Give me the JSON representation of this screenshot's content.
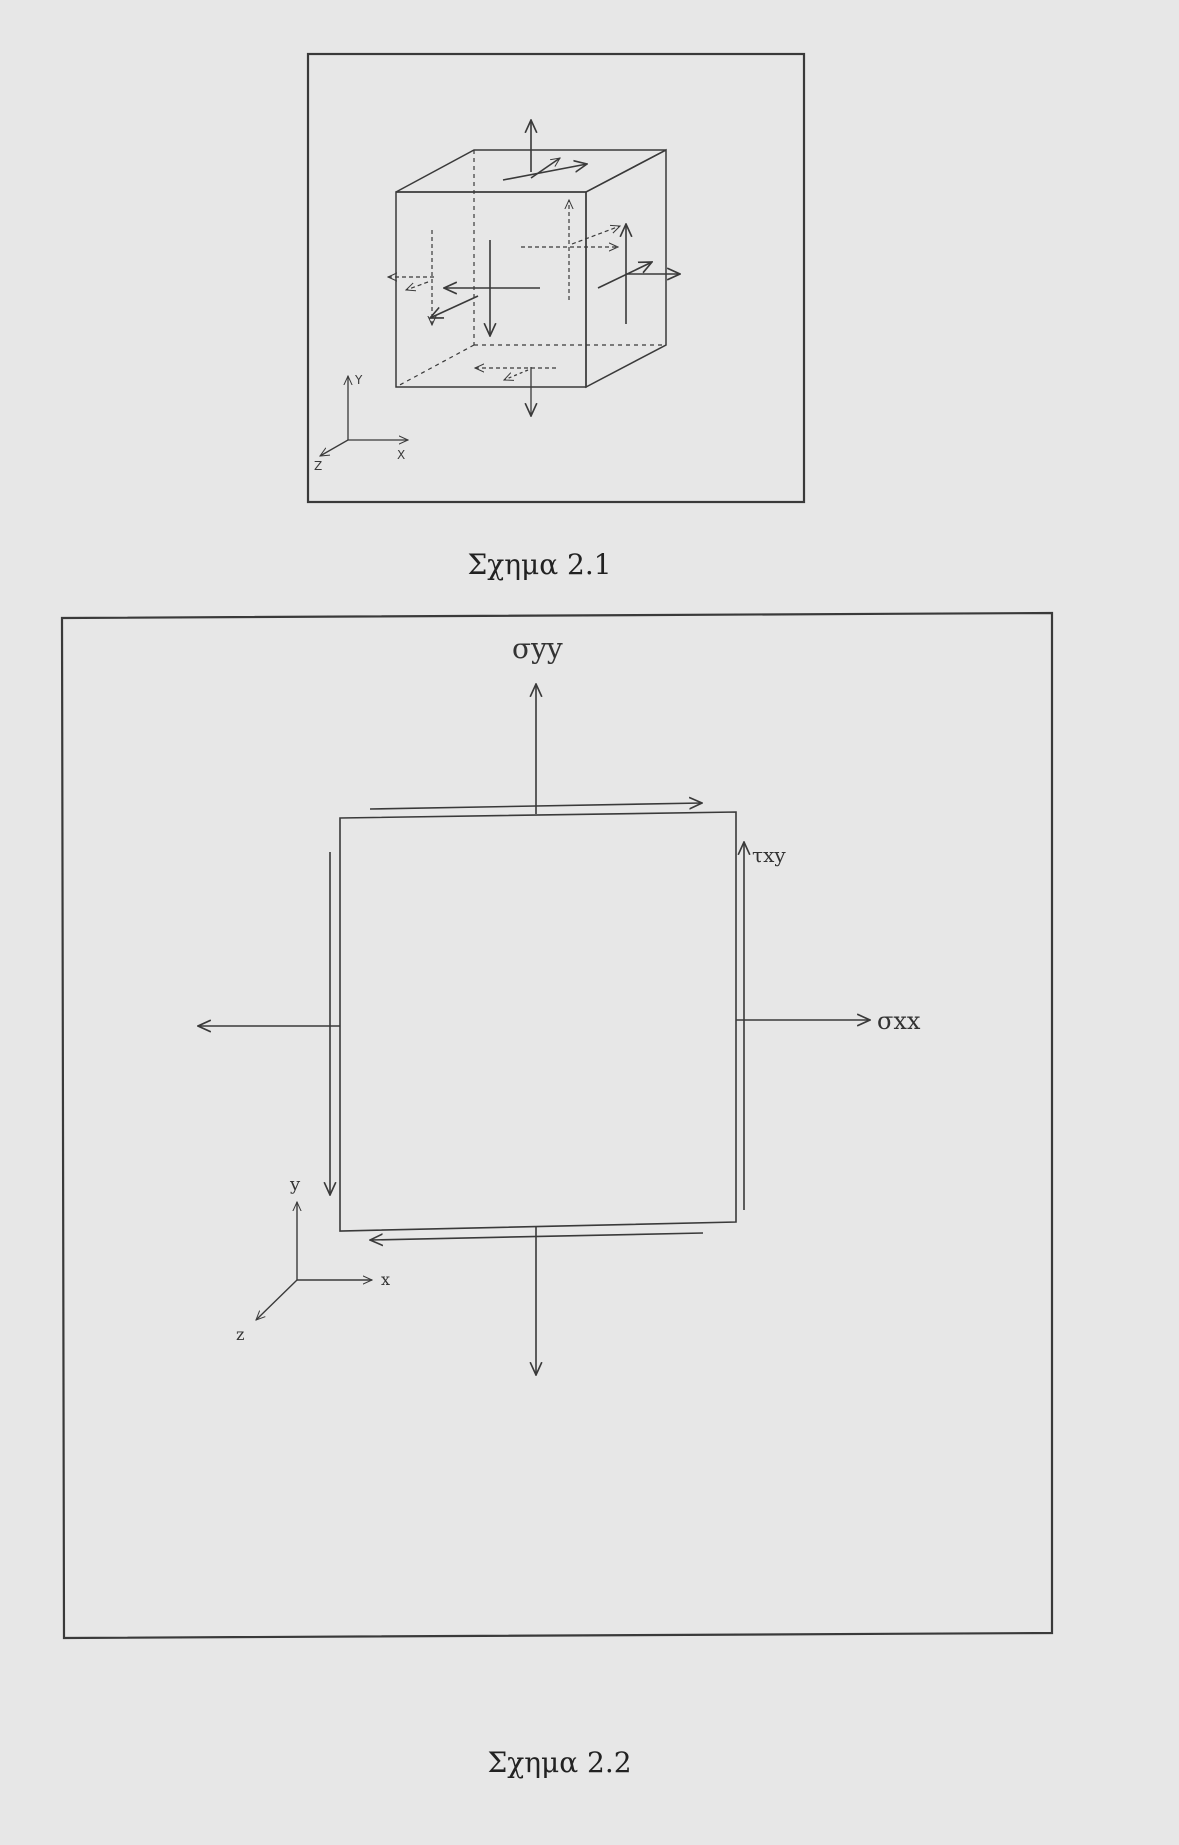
{
  "figure1": {
    "caption": "Σχημα 2.1",
    "axis_labels": {
      "y": "Y",
      "x": "X",
      "z": "Z"
    }
  },
  "figure2": {
    "caption": "Σχημα 2.2",
    "labels": {
      "sigma_yy": "σyy",
      "sigma_xx": "σxx",
      "tau_xy": "τxy"
    },
    "axis_labels": {
      "y": "y",
      "x": "x",
      "z": "z"
    }
  },
  "colors": {
    "ink": "#3a3a3a",
    "paper": "#e7e7e7"
  }
}
